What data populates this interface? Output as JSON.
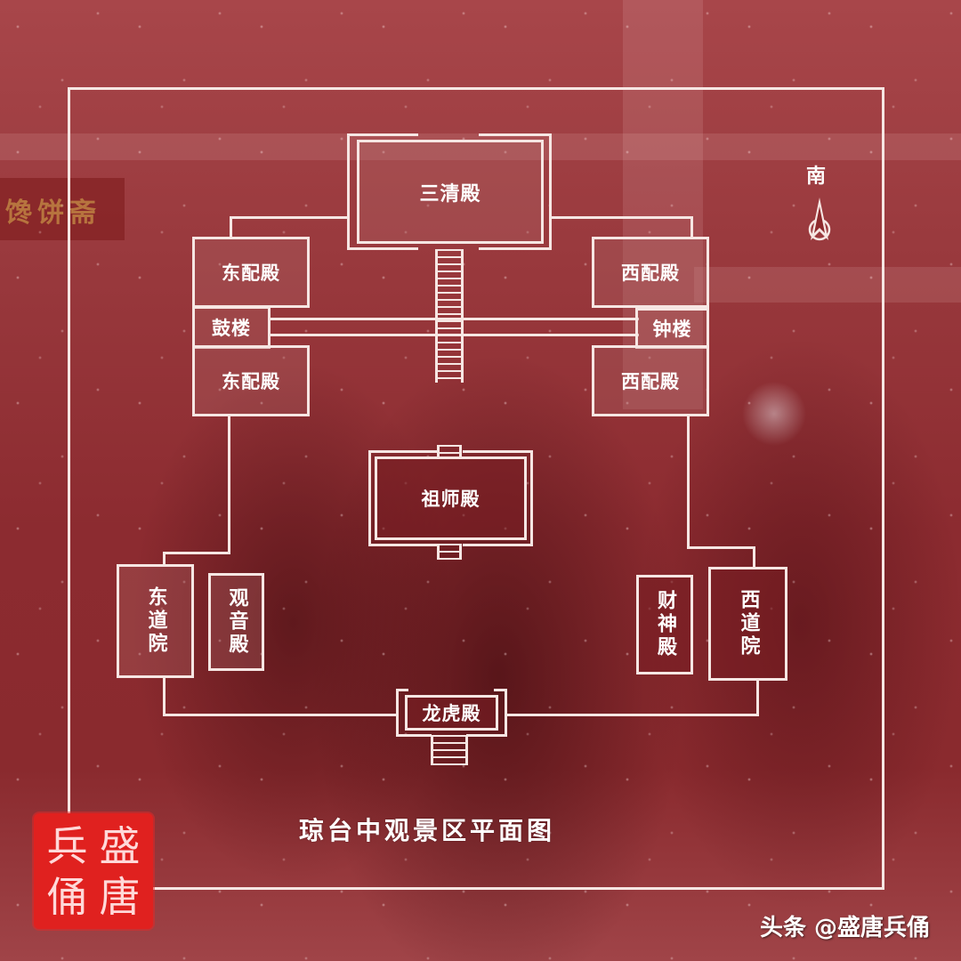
{
  "diagram": {
    "title": "琼台中观景区平面图",
    "compass": {
      "label": "南",
      "icon": "north-arrow-icon"
    },
    "buildings": {
      "sanqing": "三清殿",
      "dongpei_upper": "东配殿",
      "gulou": "鼓楼",
      "dongpei_lower": "东配殿",
      "xipei_upper": "西配殿",
      "zhonglou": "钟楼",
      "xipei_lower": "西配殿",
      "zushi": "祖师殿",
      "dongdaoyuan": "东道院",
      "guanyin": "观音殿",
      "caishen": "财神殿",
      "xidaoyuan": "西道院",
      "longhu": "龙虎殿"
    },
    "colors": {
      "background": "#8e2a2d",
      "line": "#f6e6e3",
      "seal": "#e0211f"
    }
  },
  "background_sign": "馋饼斋",
  "seal": {
    "chars": [
      "盛",
      "唐",
      "兵",
      "俑"
    ]
  },
  "watermark": "头条 @盛唐兵俑"
}
